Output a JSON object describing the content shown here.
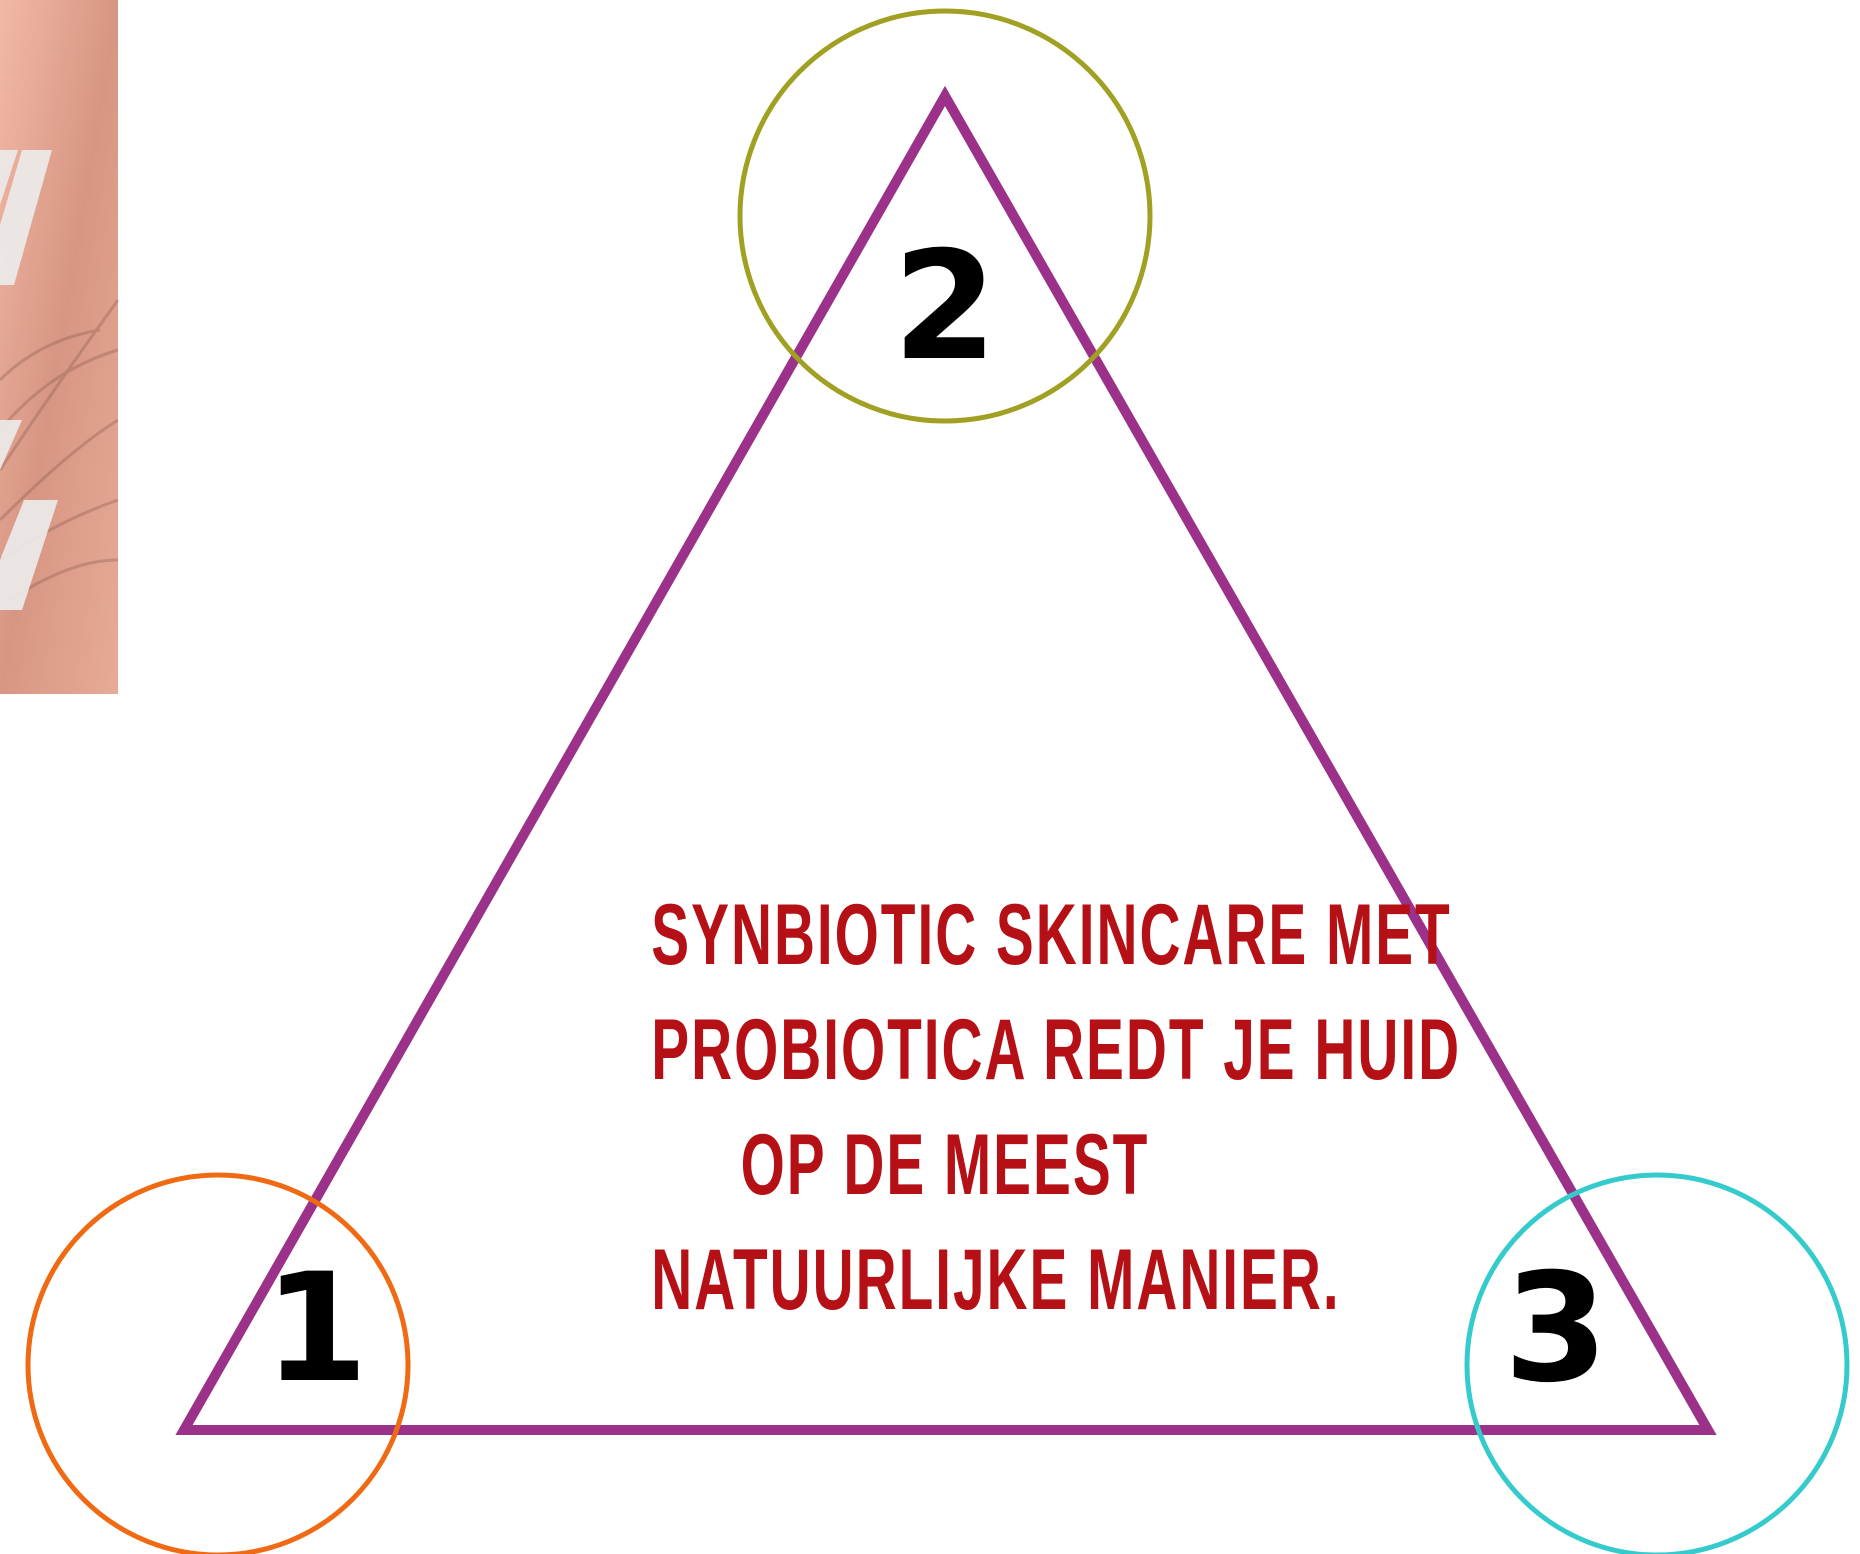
{
  "diagram": {
    "nodes": [
      {
        "id": "1",
        "label": "1"
      },
      {
        "id": "2",
        "label": "2"
      },
      {
        "id": "3",
        "label": "3"
      }
    ],
    "caption_lines": [
      "SYNBIOTIC SKINCARE MET",
      "PROBIOTICA REDT JE HUID",
      "OP DE MEEST",
      "NATUURLIJKE MANIER."
    ]
  },
  "colors": {
    "triangle": "#9b3189",
    "node_1_ring": "#f06a14",
    "node_2_ring": "#a0a022",
    "node_3_ring": "#35cbcc",
    "number": "#000000",
    "caption": "#b51016",
    "photo_base": "#e8ad9a"
  }
}
